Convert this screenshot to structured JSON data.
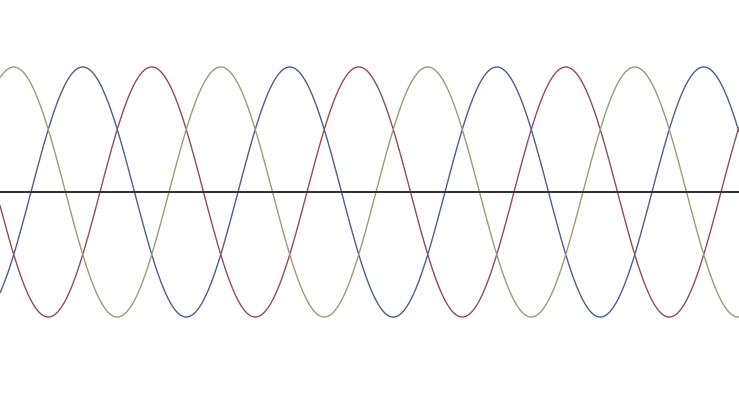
{
  "diagram": {
    "type": "sine-waves",
    "waves": [
      {
        "id": "wave-1",
        "color": "#4d6088",
        "phase_deg": 0
      },
      {
        "id": "wave-2",
        "color": "#8a5058",
        "phase_deg": 120
      },
      {
        "id": "wave-3",
        "color": "#9b9b7a",
        "phase_deg": 240
      }
    ],
    "axis_color": "#333333"
  }
}
